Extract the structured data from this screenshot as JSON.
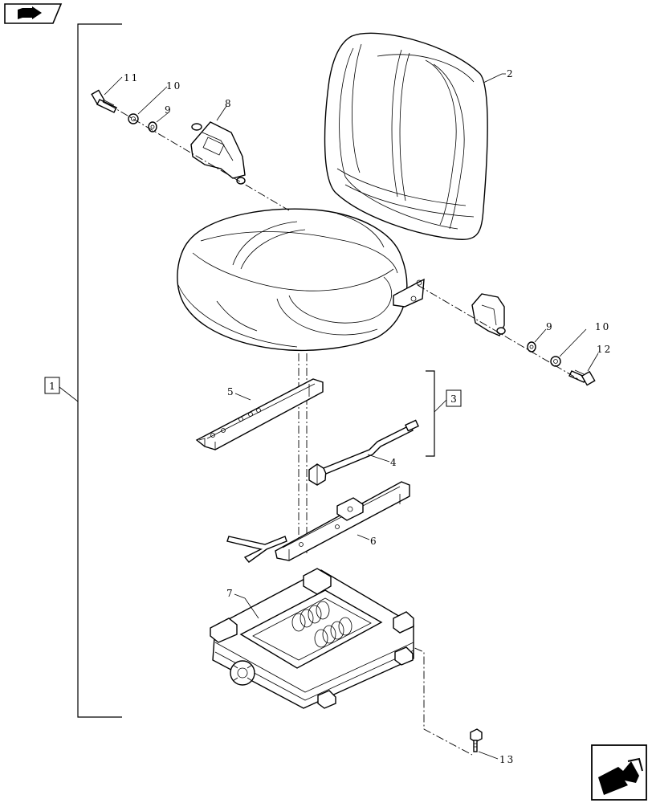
{
  "callouts": {
    "c1": "1",
    "c2": "2",
    "c3": "3",
    "c4": "4",
    "c5": "5",
    "c6": "6",
    "c7": "7",
    "c8": "8",
    "c9a": "9",
    "c9b": "9",
    "c10a": "10",
    "c10b": "10",
    "c11": "11",
    "c12": "12",
    "c13": "13"
  },
  "icons": {
    "top_left": "book-arrow-icon",
    "bottom_right": "next-page-arrow-icon"
  }
}
